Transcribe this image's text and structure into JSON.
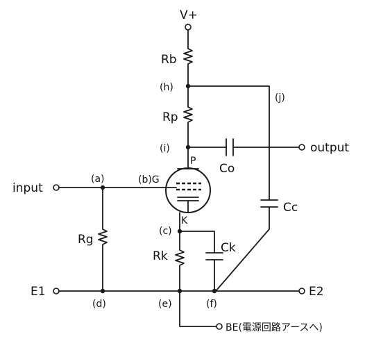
{
  "supply": {
    "label": "V+"
  },
  "resistors": {
    "rb": "Rb",
    "rp": "Rp",
    "rg": "Rg",
    "rk": "Rk"
  },
  "capacitors": {
    "co": "Co",
    "cc": "Cc",
    "ck": "Ck"
  },
  "tube": {
    "plate": "P",
    "grid": "(b)G",
    "cathode": "K"
  },
  "nodes": {
    "a": "(a)",
    "c": "(c)",
    "d": "(d)",
    "e": "(e)",
    "f": "(f)",
    "h": "(h)",
    "i": "(i)",
    "j": "(j)"
  },
  "terminals": {
    "input": "input",
    "output": "output",
    "e1": "E1",
    "e2": "E2",
    "be": "BE(電源回路アースへ)"
  }
}
